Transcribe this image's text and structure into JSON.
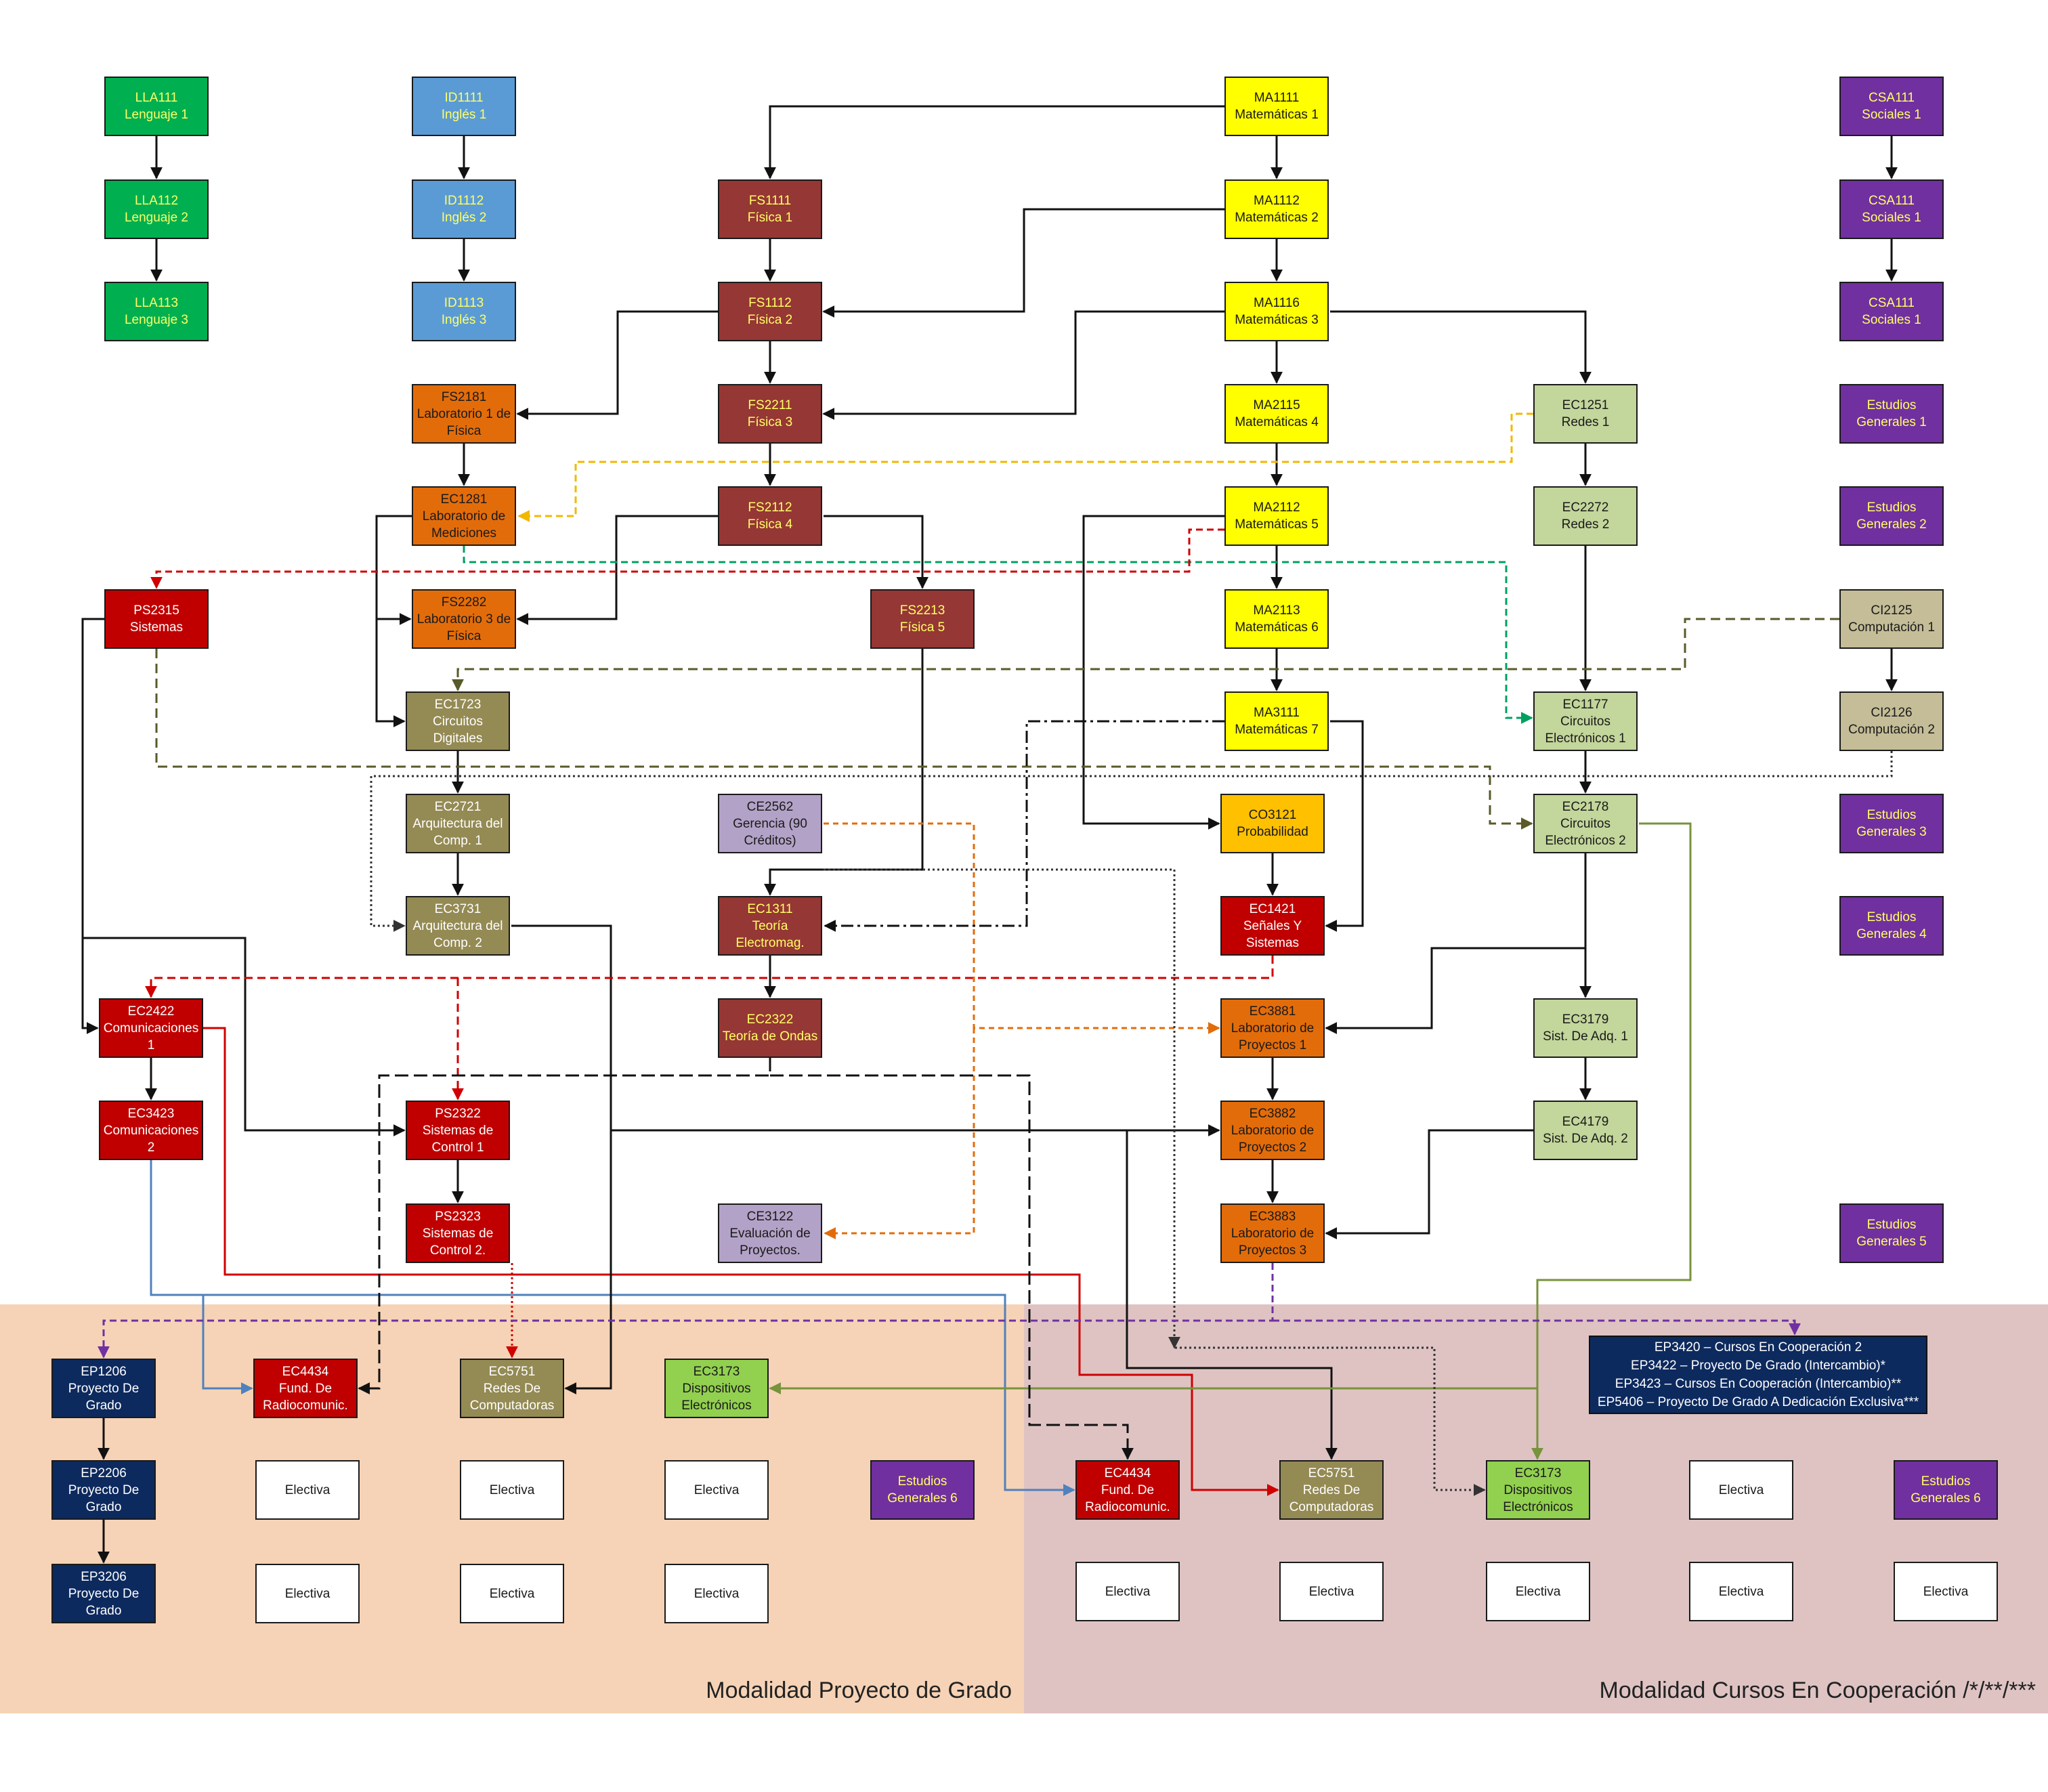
{
  "colors": {
    "lenguaje": "#00b050",
    "ingles": "#5b9bd5",
    "fisica": "#953735",
    "matematicas": "#ffff00",
    "sociales": "#7030a0",
    "laboratorio": "#e36c0a",
    "digitales": "#948a54",
    "sistemas": "#c00000",
    "redes": "#c3d69b",
    "computacion": "#c4bd97",
    "gerencia": "#b3a2c7",
    "probabilidad": "#ffc000",
    "dispositivos": "#92d050",
    "proyecto": "#0d2a5e",
    "zona_proyecto": "#f6d3b6",
    "zona_cooperacion": "#dfc3c3"
  },
  "zones": {
    "proyecto_label": "Modalidad Proyecto de Grado",
    "cooperacion_label": "Modalidad Cursos En Cooperación /*/**/***"
  },
  "coop_list": [
    "EP3420 – Cursos En Cooperación 2",
    "EP3422 – Proyecto De Grado (Intercambio)*",
    "EP3423 – Cursos En Cooperación (Intercambio)**",
    "EP5406 – Proyecto De Grado A Dedicación Exclusiva***"
  ],
  "courses": [
    {
      "id": "lla111",
      "code": "LLA111",
      "name": "Lenguaje 1",
      "group": "lenguaje"
    },
    {
      "id": "lla112",
      "code": "LLA112",
      "name": "Lenguaje 2",
      "group": "lenguaje"
    },
    {
      "id": "lla113",
      "code": "LLA113",
      "name": "Lenguaje 3",
      "group": "lenguaje"
    },
    {
      "id": "id1111",
      "code": "ID1111",
      "name": "Inglés 1",
      "group": "ingles"
    },
    {
      "id": "id1112",
      "code": "ID1112",
      "name": "Inglés 2",
      "group": "ingles"
    },
    {
      "id": "id1113",
      "code": "ID1113",
      "name": "Inglés 3",
      "group": "ingles"
    },
    {
      "id": "fs1111",
      "code": "FS1111",
      "name": "Física 1",
      "group": "fisica"
    },
    {
      "id": "fs1112",
      "code": "FS1112",
      "name": "Física 2",
      "group": "fisica"
    },
    {
      "id": "fs2211",
      "code": "FS2211",
      "name": "Física 3",
      "group": "fisica"
    },
    {
      "id": "fs2112",
      "code": "FS2112",
      "name": "Física 4",
      "group": "fisica"
    },
    {
      "id": "fs2213",
      "code": "FS2213",
      "name": "Física 5",
      "group": "fisica"
    },
    {
      "id": "ma1111",
      "code": "MA1111",
      "name": "Matemáticas 1",
      "group": "matematicas"
    },
    {
      "id": "ma1112",
      "code": "MA1112",
      "name": "Matemáticas 2",
      "group": "matematicas"
    },
    {
      "id": "ma1116",
      "code": "MA1116",
      "name": "Matemáticas 3",
      "group": "matematicas"
    },
    {
      "id": "ma2115",
      "code": "MA2115",
      "name": "Matemáticas 4",
      "group": "matematicas"
    },
    {
      "id": "ma2112",
      "code": "MA2112",
      "name": "Matemáticas 5",
      "group": "matematicas"
    },
    {
      "id": "ma2113",
      "code": "MA2113",
      "name": "Matemáticas 6",
      "group": "matematicas"
    },
    {
      "id": "ma3111",
      "code": "MA3111",
      "name": "Matemáticas 7",
      "group": "matematicas"
    },
    {
      "id": "csa111a",
      "code": "CSA111",
      "name": "Sociales 1",
      "group": "sociales"
    },
    {
      "id": "csa111b",
      "code": "CSA111",
      "name": "Sociales 1",
      "group": "sociales"
    },
    {
      "id": "csa111c",
      "code": "CSA111",
      "name": "Sociales 1",
      "group": "sociales"
    },
    {
      "id": "eg1",
      "code": "Estudios",
      "name": "Generales 1",
      "group": "sociales"
    },
    {
      "id": "eg2",
      "code": "Estudios",
      "name": "Generales 2",
      "group": "sociales"
    },
    {
      "id": "eg3",
      "code": "Estudios",
      "name": "Generales 3",
      "group": "sociales"
    },
    {
      "id": "eg4",
      "code": "Estudios",
      "name": "Generales 4",
      "group": "sociales"
    },
    {
      "id": "eg5",
      "code": "Estudios",
      "name": "Generales 5",
      "group": "sociales"
    },
    {
      "id": "eg6a",
      "code": "Estudios",
      "name": "Generales 6",
      "group": "sociales"
    },
    {
      "id": "eg6b",
      "code": "Estudios",
      "name": "Generales 6",
      "group": "sociales"
    },
    {
      "id": "fs2181",
      "code": "FS2181",
      "name": "Laboratorio 1 de Física",
      "group": "laboratorio"
    },
    {
      "id": "ec1281",
      "code": "EC1281",
      "name": "Laboratorio de Mediciones",
      "group": "laboratorio"
    },
    {
      "id": "fs2282",
      "code": "FS2282",
      "name": "Laboratorio 3 de Física",
      "group": "laboratorio"
    },
    {
      "id": "ec3881",
      "code": "EC3881",
      "name": "Laboratorio de Proyectos 1",
      "group": "laboratorio"
    },
    {
      "id": "ec3882",
      "code": "EC3882",
      "name": "Laboratorio de Proyectos 2",
      "group": "laboratorio"
    },
    {
      "id": "ec3883",
      "code": "EC3883",
      "name": "Laboratorio de Proyectos 3",
      "group": "laboratorio"
    },
    {
      "id": "ec1723",
      "code": "EC1723",
      "name": "Circuitos Digitales",
      "group": "digitales"
    },
    {
      "id": "ec2721",
      "code": "EC2721",
      "name": "Arquitectura del Comp. 1",
      "group": "digitales"
    },
    {
      "id": "ec3731",
      "code": "EC3731",
      "name": "Arquitectura del Comp. 2",
      "group": "digitales"
    },
    {
      "id": "ec5751a",
      "code": "EC5751",
      "name": "Redes De Computadoras",
      "group": "digitales"
    },
    {
      "id": "ec5751b",
      "code": "EC5751",
      "name": "Redes De Computadoras",
      "group": "digitales"
    },
    {
      "id": "ps2315",
      "code": "PS2315",
      "name": "Sistemas",
      "group": "sistemas"
    },
    {
      "id": "ec2422",
      "code": "EC2422",
      "name": "Comunicaciones 1",
      "group": "sistemas"
    },
    {
      "id": "ec3423",
      "code": "EC3423",
      "name": "Comunicaciones 2",
      "group": "sistemas"
    },
    {
      "id": "ps2322",
      "code": "PS2322",
      "name": "Sistemas de Control 1",
      "group": "sistemas"
    },
    {
      "id": "ps2323",
      "code": "PS2323",
      "name": "Sistemas de Control 2.",
      "group": "sistemas"
    },
    {
      "id": "ec1311",
      "code": "EC1311",
      "name": "Teoría Electromag.",
      "group": "fisica"
    },
    {
      "id": "ec2322",
      "code": "EC2322",
      "name": "Teoría de Ondas",
      "group": "fisica"
    },
    {
      "id": "ec1421",
      "code": "EC1421",
      "name": "Señales Y Sistemas",
      "group": "sistemas"
    },
    {
      "id": "ec4434a",
      "code": "EC4434",
      "name": "Fund. De Radiocomunic.",
      "group": "sistemas"
    },
    {
      "id": "ec4434b",
      "code": "EC4434",
      "name": "Fund. De Radiocomunic.",
      "group": "sistemas"
    },
    {
      "id": "ce2562",
      "code": "CE2562",
      "name": "Gerencia (90 Créditos)",
      "group": "gerencia"
    },
    {
      "id": "ce3122",
      "code": "CE3122",
      "name": "Evaluación de Proyectos.",
      "group": "gerencia"
    },
    {
      "id": "co3121",
      "code": "CO3121",
      "name": "Probabilidad",
      "group": "probabilidad"
    },
    {
      "id": "ec1251",
      "code": "EC1251",
      "name": "Redes 1",
      "group": "redes"
    },
    {
      "id": "ec2272",
      "code": "EC2272",
      "name": "Redes 2",
      "group": "redes"
    },
    {
      "id": "ec1177",
      "code": "EC1177",
      "name": "Circuitos Electrónicos 1",
      "group": "redes"
    },
    {
      "id": "ec2178",
      "code": "EC2178",
      "name": "Circuitos Electrónicos 2",
      "group": "redes"
    },
    {
      "id": "ec3179",
      "code": "EC3179",
      "name": "Sist. De Adq. 1",
      "group": "redes"
    },
    {
      "id": "ec4179",
      "code": "EC4179",
      "name": "Sist. De Adq. 2",
      "group": "redes"
    },
    {
      "id": "ci2125",
      "code": "CI2125",
      "name": "Computación 1",
      "group": "computacion"
    },
    {
      "id": "ci2126",
      "code": "CI2126",
      "name": "Computación 2",
      "group": "computacion"
    },
    {
      "id": "ec3173a",
      "code": "EC3173",
      "name": "Dispositivos Electrónicos",
      "group": "dispositivos"
    },
    {
      "id": "ec3173b",
      "code": "EC3173",
      "name": "Dispositivos Electrónicos",
      "group": "dispositivos"
    },
    {
      "id": "ep1206",
      "code": "EP1206",
      "name": "Proyecto De Grado",
      "group": "proyecto"
    },
    {
      "id": "ep2206",
      "code": "EP2206",
      "name": "Proyecto De Grado",
      "group": "proyecto"
    },
    {
      "id": "ep3206",
      "code": "EP3206",
      "name": "Proyecto De Grado",
      "group": "proyecto"
    },
    {
      "id": "el1",
      "code": "",
      "name": "Electiva",
      "group": "electiva"
    },
    {
      "id": "el2",
      "code": "",
      "name": "Electiva",
      "group": "electiva"
    },
    {
      "id": "el3",
      "code": "",
      "name": "Electiva",
      "group": "electiva"
    },
    {
      "id": "el4",
      "code": "",
      "name": "Electiva",
      "group": "electiva"
    },
    {
      "id": "el5",
      "code": "",
      "name": "Electiva",
      "group": "electiva"
    },
    {
      "id": "el6",
      "code": "",
      "name": "Electiva",
      "group": "electiva"
    },
    {
      "id": "el7",
      "code": "",
      "name": "Electiva",
      "group": "electiva"
    },
    {
      "id": "el8",
      "code": "",
      "name": "Electiva",
      "group": "electiva"
    },
    {
      "id": "el9",
      "code": "",
      "name": "Electiva",
      "group": "electiva"
    },
    {
      "id": "el10",
      "code": "",
      "name": "Electiva",
      "group": "electiva"
    },
    {
      "id": "el11",
      "code": "",
      "name": "Electiva",
      "group": "electiva"
    },
    {
      "id": "el12",
      "code": "",
      "name": "Electiva",
      "group": "electiva"
    }
  ]
}
